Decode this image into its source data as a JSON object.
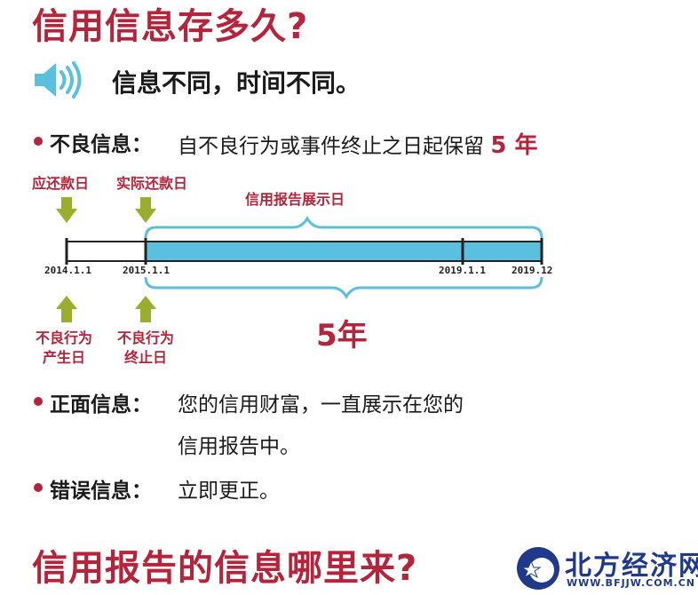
{
  "title": "信用信息存多久?",
  "subtitle": "信息不同，时间不同。",
  "icons": {
    "speaker": "speaker-icon",
    "bullet": "bullet-dot-icon",
    "arrow_down": "arrow-down-icon",
    "arrow_up": "arrow-up-icon"
  },
  "colors": {
    "accent": "#b5243a",
    "bar": "#5bc0de",
    "arrow": "#9aad2c",
    "brace": "#5bbfd9",
    "logo": "#1f3a8a"
  },
  "sections": {
    "bad": {
      "label": "不良信息：",
      "text": "自不良行为或事件终止之日起保留",
      "highlight": "5 年"
    },
    "positive": {
      "label": "正面信息：",
      "text_line1": "您的信用财富，一直展示在您的",
      "text_line2": "信用报告中。"
    },
    "error": {
      "label": "错误信息：",
      "text": "立即更正。"
    }
  },
  "timeline": {
    "top_labels": {
      "due_date": "应还款日",
      "actual_date": "实际还款日",
      "report_span": "信用报告展示日"
    },
    "dates": [
      "2014.1.1",
      "2015.1.1",
      "2019.1.1",
      "2019.12"
    ],
    "bottom_labels": {
      "bad_start_l1": "不良行为",
      "bad_start_l2": "产生日",
      "bad_end_l1": "不良行为",
      "bad_end_l2": "终止日"
    },
    "span_label": "5年"
  },
  "bottom_title": "信用报告的信息哪里来?",
  "watermark": {
    "name": "北方经济网",
    "url": "WWW.BFJJW.COM.CN"
  }
}
